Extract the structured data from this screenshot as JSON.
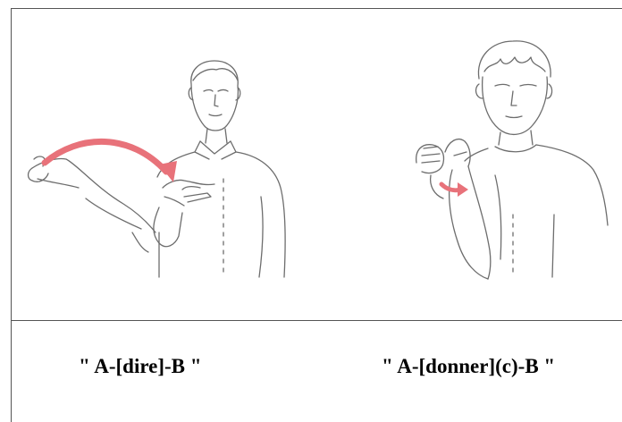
{
  "captions": {
    "left": "\" A-[dire]-B \"",
    "right": "\" A-[donner](c)-B \""
  },
  "colors": {
    "arrow": "#e8727a",
    "line": "#555555"
  },
  "icons": {
    "left_figure": "man-signing-dire-illustration",
    "right_figure": "boy-signing-donner-illustration"
  }
}
